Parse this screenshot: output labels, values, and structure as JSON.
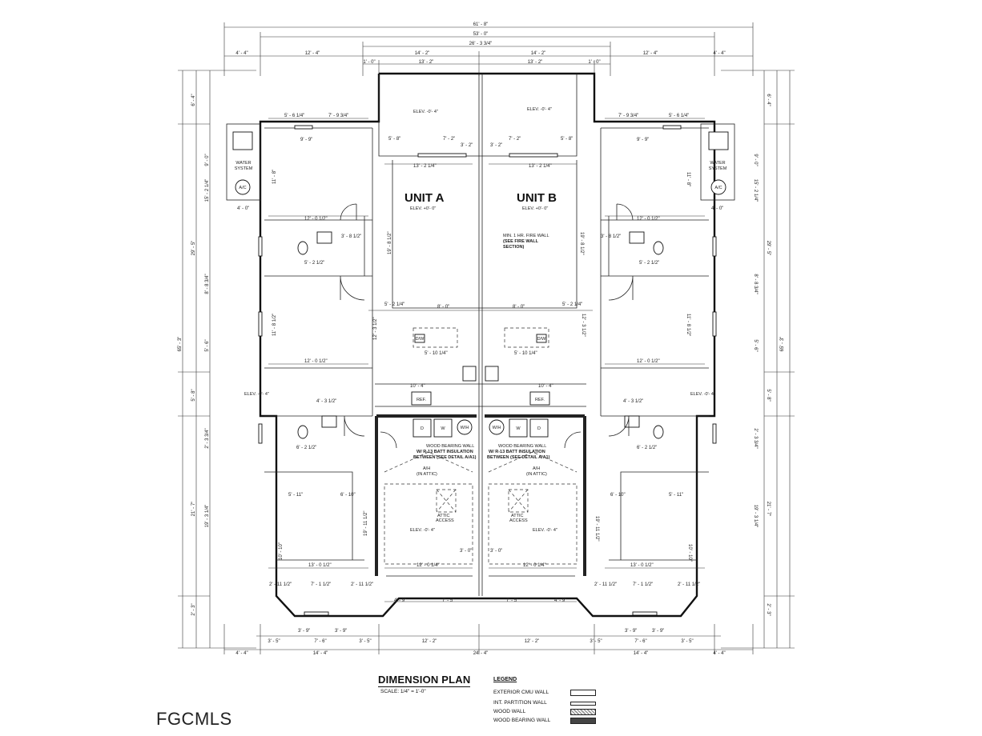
{
  "plan": {
    "unit_a": "UNIT A",
    "unit_b": "UNIT B",
    "elev_0": "ELEV. +0'- 0\"",
    "elev_neg4": "ELEV. -0'- 4\"",
    "fire_wall": [
      "MIN. 1 HR. FIRE WALL",
      "(SEE FIRE WALL",
      "SECTION)"
    ],
    "bearing_wall": [
      "WOOD BEARING WALL",
      "W/ R-13 BATT INSULATION",
      "BETWEEN (SEE DETAIL A/A1)"
    ],
    "water_system": [
      "WATER",
      "SYSTEM"
    ],
    "ac": "A/C",
    "ah": [
      "A/H",
      "(IN ATTIC)"
    ],
    "attic": [
      "ATTIC",
      "ACCESS"
    ],
    "ref": "REF.",
    "dw": "D/W",
    "wh": "W/H",
    "d": "D",
    "w": "W"
  },
  "dimensions": {
    "overall": "61' - 8\"",
    "d53": "53' - 0\"",
    "d26": "26' - 3 3/4\"",
    "top_row": [
      "4' - 4\"",
      "12' - 4\"",
      "14' - 2\"",
      "14' - 2\"",
      "12' - 4\"",
      "4' - 4\""
    ],
    "top_row2": [
      "1' - 0\"",
      "13' - 2\"",
      "13' - 2\"",
      "1' - 0\""
    ],
    "bottom_row1": [
      "3' - 5\"",
      "7' - 6\"",
      "3' - 5\"",
      "12' - 2\"",
      "12' - 2\"",
      "3' - 5\"",
      "7' - 6\"",
      "3' - 5\""
    ],
    "bottom_row2": [
      "4' - 4\"",
      "14' - 4\"",
      "24' - 4\"",
      "14' - 4\"",
      "4' - 4\""
    ],
    "side_overall": "65' - 3\"",
    "side_left": [
      "6' - 4\"",
      "9' - 0\"",
      "15' - 2 1/4\"",
      "29' - 5\"",
      "8' - 8 3/4\"",
      "5' - 6\"",
      "5' - 8\"",
      "2' - 3 3/4\"",
      "21' - 7\"",
      "19' - 3 1/4\"",
      "2' - 3\""
    ],
    "interior": [
      "5' - 6 1/4\"",
      "7' - 9 3/4\"",
      "9' - 9\"",
      "11' - 8\"",
      "12' - 0 1/2\"",
      "3' - 8 1/2\"",
      "5' - 2 1/2\"",
      "11' - 8 1/2\"",
      "12' - 0 1/2\"",
      "13' - 2 1/4\"",
      "19' - 8 1/2\"",
      "8' - 0\"",
      "5' - 2 1/4\"",
      "12' - 3 1/2\"",
      "5' - 10 1/4\"",
      "10' - 4\"",
      "4' - 3 1/2\"",
      "6' - 2 1/2\"",
      "5' - 11\"",
      "6' - 10\"",
      "19' - 11 1/2\"",
      "10' - 10\"",
      "13' - 0 1/2\"",
      "12' - 0 1/4\"",
      "3' - 0\"",
      "7' - 1 1/2\"",
      "2' - 11 1/2\"",
      "4' - 9\"",
      "7' - 5\"",
      "3' - 9\"",
      "7' - 2\"",
      "5' - 8\"",
      "3' - 2\"",
      "4' - 0\""
    ]
  },
  "title_block": {
    "title": "DIMENSION PLAN",
    "scale": "SCALE:  1/4\" = 1'-0\"",
    "legend_title": "LEGEND",
    "legend": [
      "EXTERIOR CMU WALL",
      "INT. PARTITION WALL",
      "WOOD WALL",
      "WOOD BEARING WALL"
    ]
  },
  "watermark": "FGCMLS"
}
